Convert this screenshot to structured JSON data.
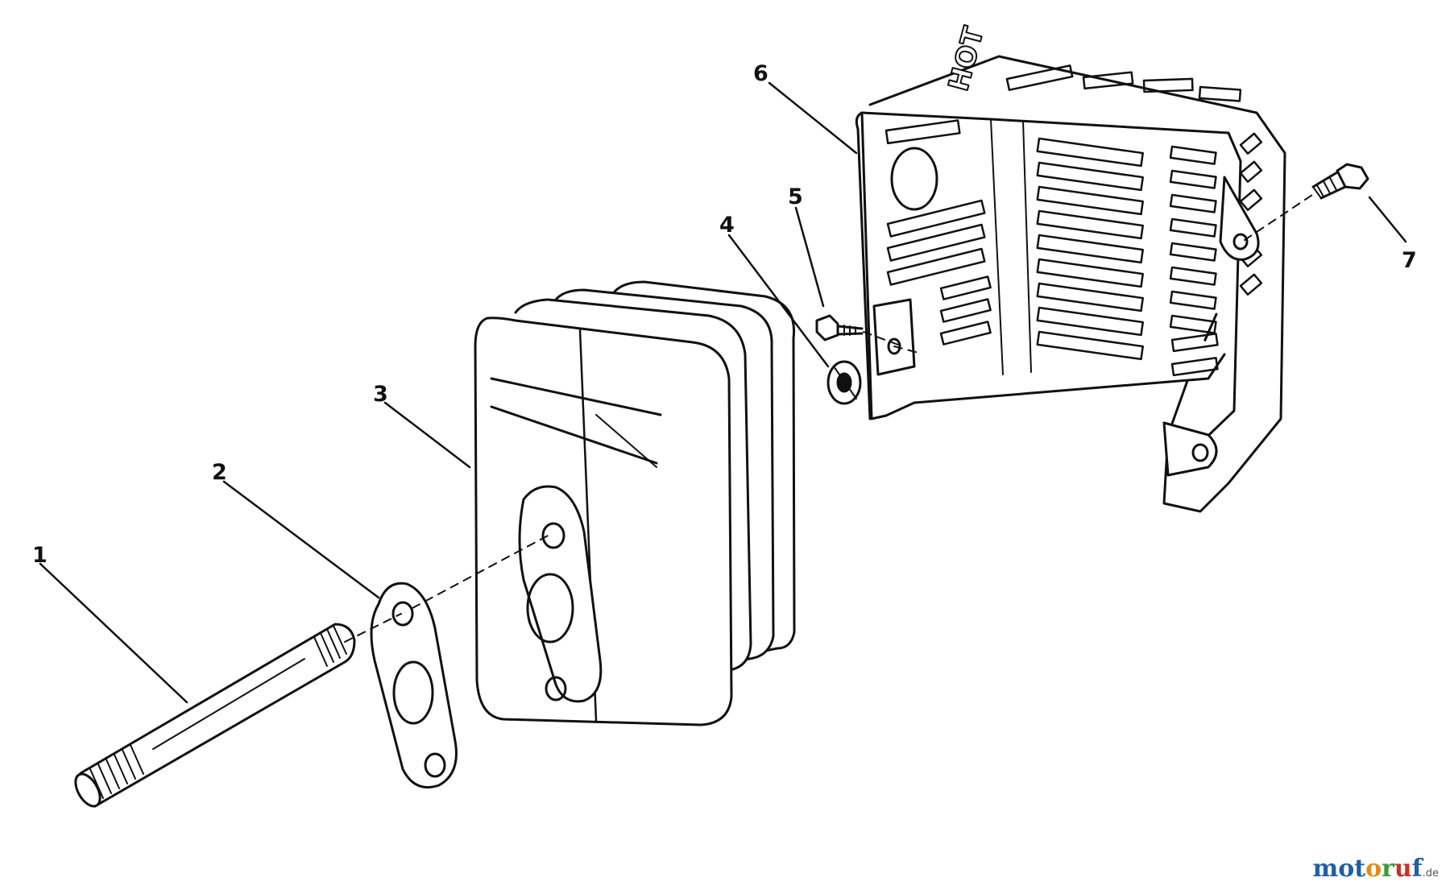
{
  "diagram": {
    "callouts": [
      {
        "id": "pipe",
        "label": "1"
      },
      {
        "id": "gasket",
        "label": "2"
      },
      {
        "id": "muffler",
        "label": "3"
      },
      {
        "id": "lockwasher",
        "label": "4"
      },
      {
        "id": "screw",
        "label": "5"
      },
      {
        "id": "guard",
        "label": "6"
      },
      {
        "id": "bolt",
        "label": "7"
      }
    ],
    "guard_stamp": "HOT"
  },
  "watermark": {
    "letters": [
      {
        "ch": "m",
        "color": "#1f5fa8"
      },
      {
        "ch": "o",
        "color": "#1f5fa8"
      },
      {
        "ch": "t",
        "color": "#1f5fa8"
      },
      {
        "ch": "o",
        "color": "#e08a1e"
      },
      {
        "ch": "r",
        "color": "#3a9a3a"
      },
      {
        "ch": "u",
        "color": "#c8322b"
      },
      {
        "ch": "f",
        "color": "#1f5fa8"
      }
    ],
    "suffix": ".de"
  }
}
